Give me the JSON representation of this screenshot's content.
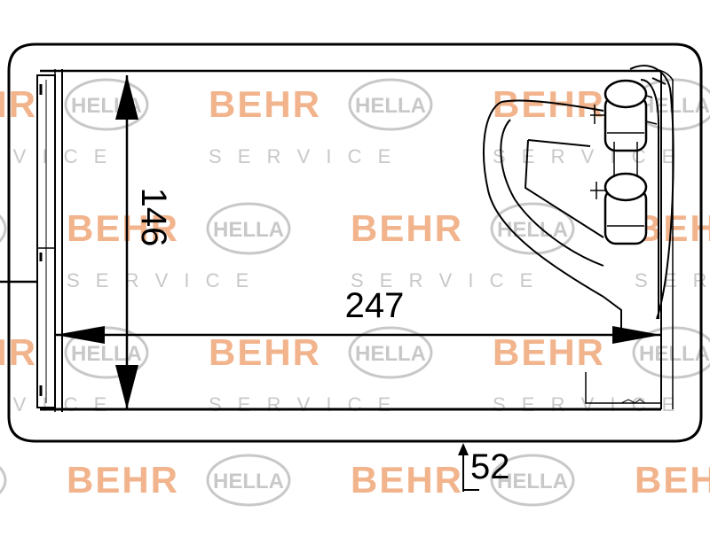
{
  "watermark": {
    "brand_behr": "BEHR",
    "brand_hella": "HELLA",
    "service": "S E R V I C E",
    "behr_color": "#f2b48c",
    "hella_color": "#c8c8c8",
    "service_color": "#c8c8c8"
  },
  "dimensions": {
    "height": "146",
    "width": "247",
    "depth": "52"
  },
  "line_color": "#000000"
}
